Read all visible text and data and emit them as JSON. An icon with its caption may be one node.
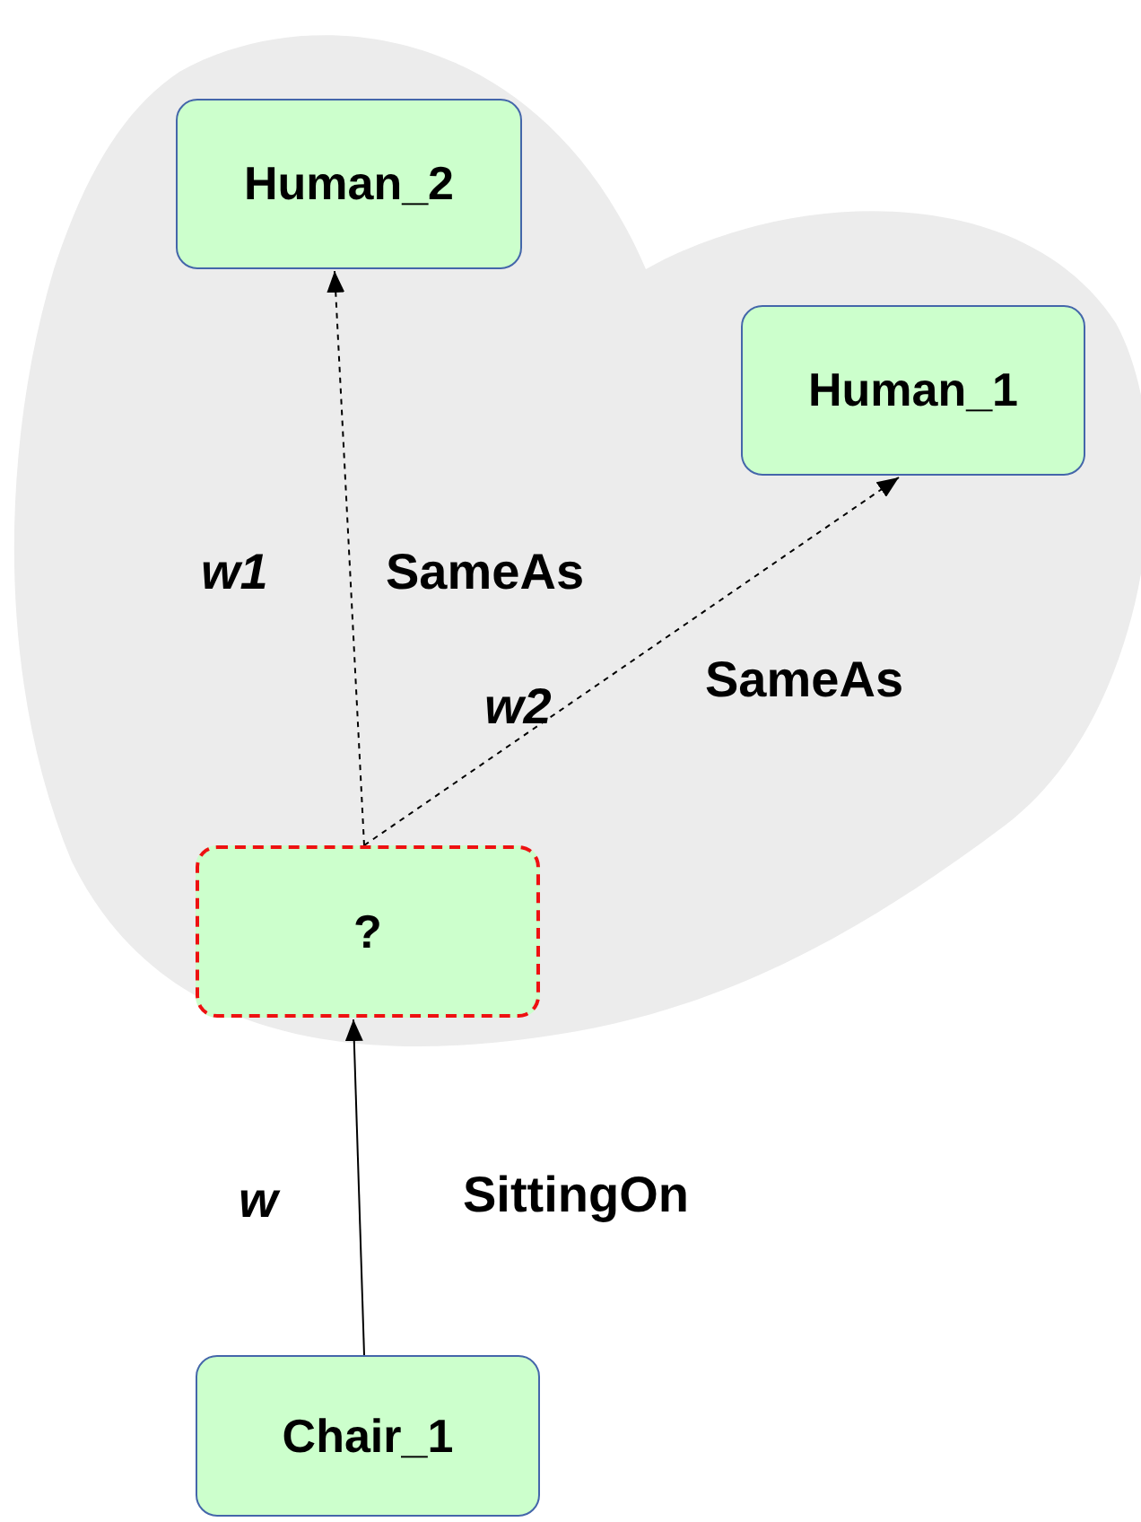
{
  "diagram": {
    "nodes": [
      {
        "text": [],
        "shape": "cloud"
      },
      {
        "text": [
          "Human_2"
        ],
        "in": 0
      },
      {
        "text": [
          "Human_1"
        ],
        "in": 0
      },
      {
        "text": [
          "?"
        ],
        "in": 0
      },
      {
        "text": [
          "Chair_1"
        ]
      }
    ],
    "edges": [
      {
        "from": 3,
        "to": 1,
        "arrow": "to",
        "style": "dashed",
        "label": "SameAs"
      },
      {
        "from": 3,
        "to": 2,
        "arrow": "to",
        "style": "dashed",
        "label": "SameAs"
      },
      {
        "from": 4,
        "to": 3,
        "arrow": "to",
        "label": "SittingOn"
      }
    ],
    "labels": [
      "w1",
      "w2",
      "w"
    ]
  }
}
